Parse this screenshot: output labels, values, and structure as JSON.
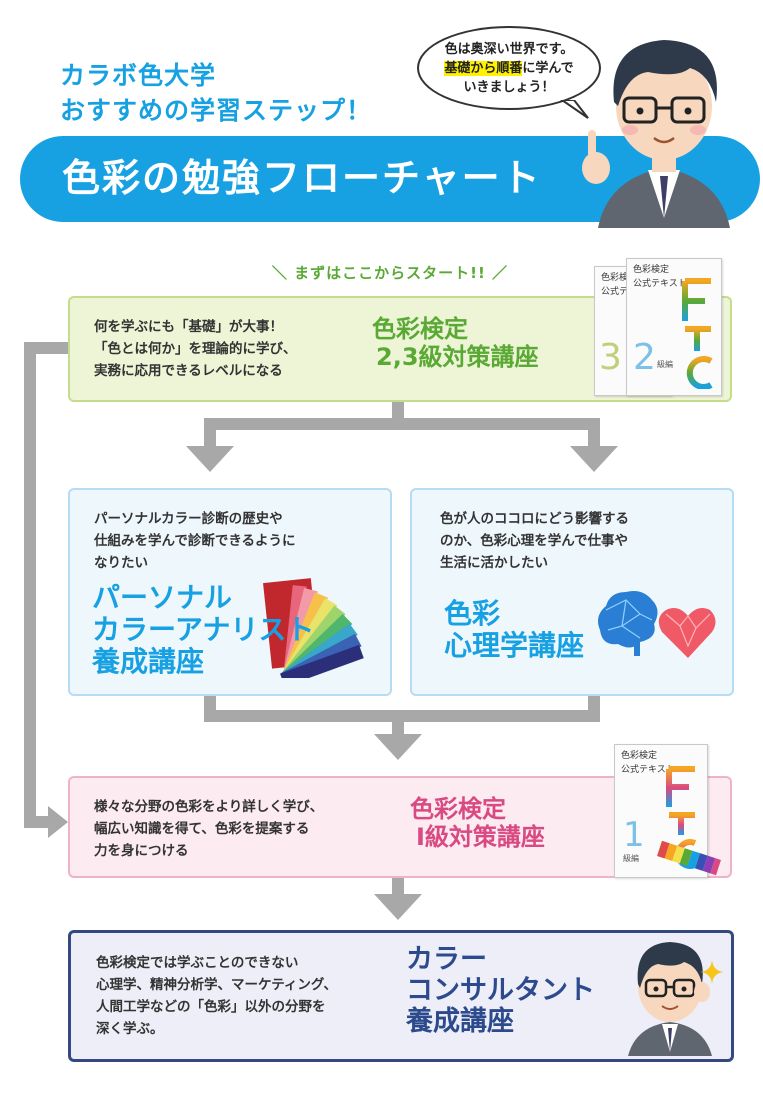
{
  "header": {
    "subtitle_line1": "カラボ色大学",
    "subtitle_line2": "おすすめの学習ステップ！",
    "title": "色彩の勉強フローチャート",
    "speech_line1": "色は奥深い世界です。",
    "speech_line2a": "基礎から順番",
    "speech_line2b": "に学んで",
    "speech_line3": "いきましょう！"
  },
  "start_label": "＼ まずはここからスタート!! ／",
  "steps": {
    "level23": {
      "desc": [
        "何を学ぶにも「基礎」が大事！",
        "「色とは何か」を理論的に学び、",
        "実務に応用できるレベルになる"
      ],
      "title": [
        "色彩検定",
        "2,3級対策講座"
      ],
      "book_title": "色彩検定",
      "book_sub": "公式テキスト",
      "book_numbers": [
        "3",
        "2"
      ],
      "book_grade": "級編"
    },
    "personal": {
      "desc": [
        "パーソナルカラー診断の歴史や",
        "仕組みを学んで診断できるように",
        "なりたい"
      ],
      "title": [
        "パーソナル",
        "カラーアナリスト",
        "養成講座"
      ]
    },
    "psychology": {
      "desc": [
        "色が人のココロにどう影響する",
        "のか、色彩心理を学んで仕事や",
        "生活に活かしたい"
      ],
      "title": [
        "色彩",
        "心理学講座"
      ]
    },
    "level1": {
      "desc": [
        "様々な分野の色彩をより詳しく学び、",
        "幅広い知識を得て、色彩を提案する",
        "力を身につける"
      ],
      "title": [
        "色彩検定",
        "Ⅰ級対策講座"
      ],
      "book_title": "色彩検定",
      "book_sub": "公式テキスト",
      "book_number": "1",
      "book_grade": "級編"
    },
    "consultant": {
      "desc": [
        "色彩検定では学ぶことのできない",
        "心理学、精神分析学、マーケティング、",
        "人間工学などの「色彩」以外の分野を",
        "深く学ぶ。"
      ],
      "title": [
        "カラー",
        "コンサルタント",
        "養成講座"
      ]
    }
  },
  "colors": {
    "accent_blue": "#17a1e2",
    "green": "#5aa934",
    "pink": "#d94a83",
    "navy": "#2c4a8c",
    "arrow": "#a8a8a8"
  }
}
